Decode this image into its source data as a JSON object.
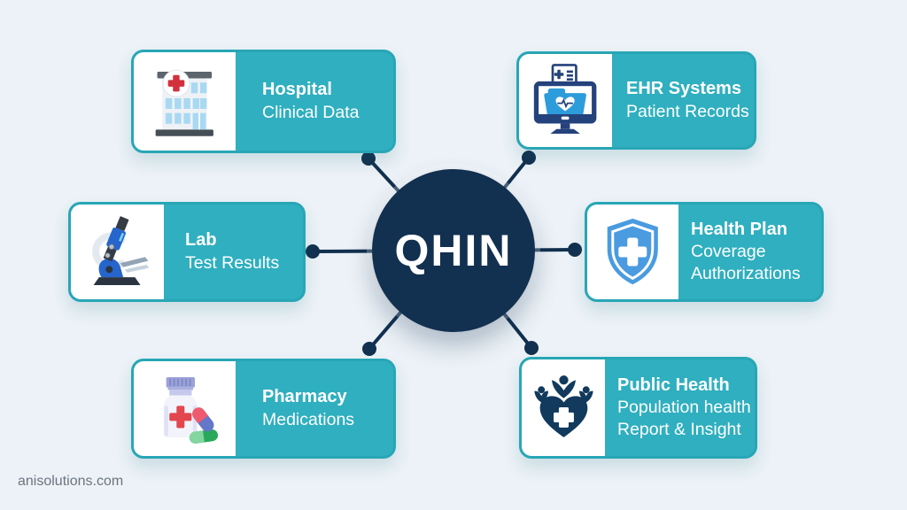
{
  "hub": {
    "label": "QHIN"
  },
  "cards": {
    "hospital": {
      "title": "Hospital",
      "line1": "Clinical Data"
    },
    "ehr": {
      "title": "EHR Systems",
      "line1": "Patient Records"
    },
    "lab": {
      "title": "Lab",
      "line1": "Test Results"
    },
    "health_plan": {
      "title": "Health Plan",
      "line1": "Coverage",
      "line2": "Authorizations"
    },
    "pharmacy": {
      "title": "Pharmacy",
      "line1": "Medications"
    },
    "public_health": {
      "title": "Public Health",
      "line1": "Population health",
      "line2": "Report & Insight"
    }
  },
  "icons": {
    "hospital": "hospital-building-icon",
    "ehr": "ehr-monitor-icon",
    "lab": "microscope-icon",
    "health_plan": "shield-cross-icon",
    "pharmacy": "medicine-bottle-icon",
    "public_health": "community-health-heart-icon"
  },
  "footer": {
    "website": "anisolutions.com"
  },
  "colors": {
    "background": "#ecf2f7",
    "teal": "#2fafbf",
    "navy": "#12304f",
    "icon_blue": "#2d9cdb",
    "shield_blue": "#4a9be0",
    "red_cross": "#d2303c",
    "footer_gray": "#6b7480"
  }
}
